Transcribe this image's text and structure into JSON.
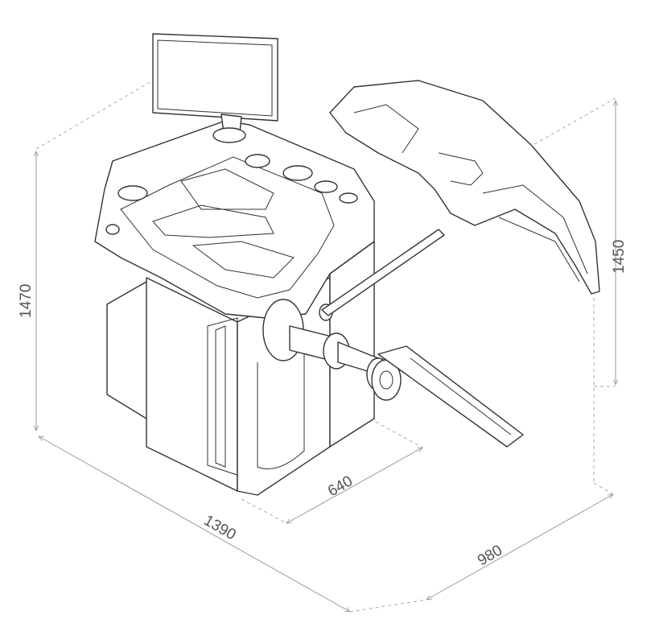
{
  "title": "Wheel balancer dimensional drawing",
  "dimensions": {
    "height_total": "1470",
    "height_hood": "1450",
    "width": "1390",
    "depth_body": "640",
    "depth_total": "980"
  },
  "colors": {
    "line": "#333333",
    "dimension": "#999999",
    "text": "#555555"
  }
}
